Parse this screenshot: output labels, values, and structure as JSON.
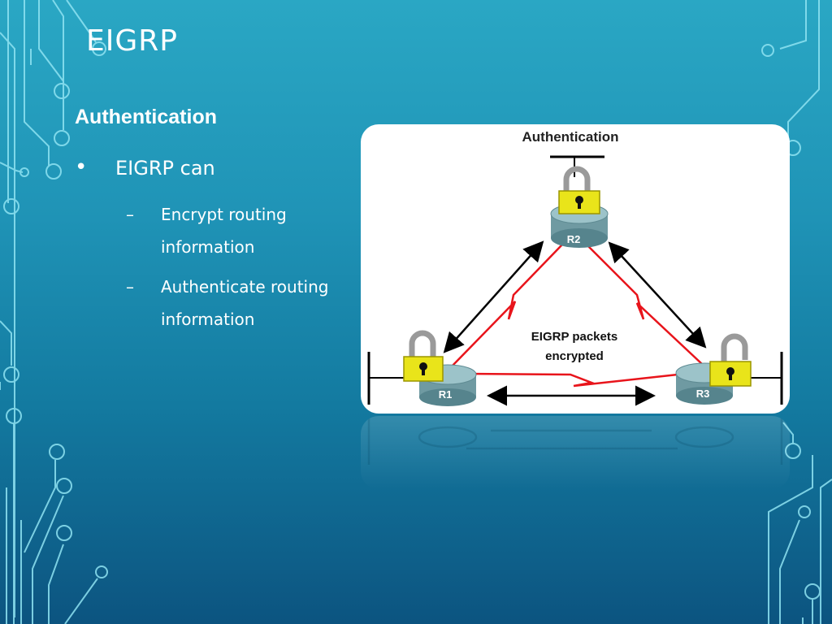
{
  "slide": {
    "title": "EIGRP",
    "heading": "Authentication",
    "bullet": {
      "marker": "•",
      "text": "EIGRP can"
    },
    "sub_bullets": [
      {
        "marker": "–",
        "text": "Encrypt routing information"
      },
      {
        "marker": "–",
        "text": "Authenticate routing information"
      }
    ]
  },
  "figure": {
    "title": "Authentication",
    "center_label_line1": "EIGRP packets",
    "center_label_line2": "encrypted",
    "routers": [
      {
        "label": "R1"
      },
      {
        "label": "R2"
      },
      {
        "label": "R3"
      }
    ]
  },
  "colors": {
    "link_red": "#e8141b",
    "arrow_black": "#000000",
    "lock_yellow": "#e9e41a",
    "router_body": "#6f9aa2"
  },
  "icons": [
    "lock-icon",
    "router-icon",
    "circuit-decoration"
  ]
}
